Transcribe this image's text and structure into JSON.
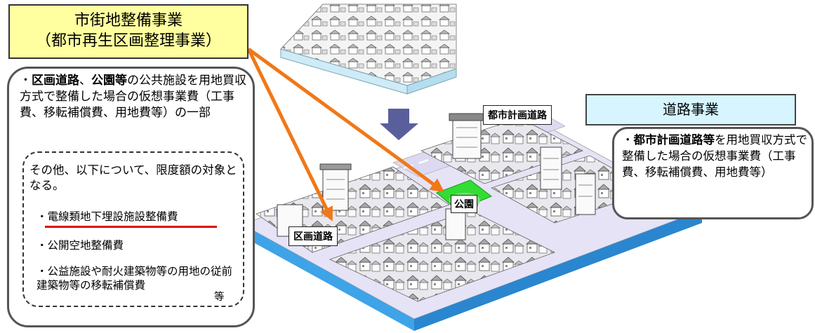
{
  "title": {
    "line1": "市街地整備事業",
    "line2": "（都市再生区画整理事業）"
  },
  "left_panel": {
    "desc_bold_1": "区画道路",
    "desc_sep": "、",
    "desc_bold_2": "公園等",
    "desc_rest": "の公共施設を用地買収方式で整備した場合の仮想事業費（工事費、移転補償費、用地費等）の一部",
    "bullet": "・",
    "dashed": {
      "intro": "その他、以下について、限度額の対象となる。",
      "items": [
        "・電線類地下埋設施設整備費",
        "・公開空地整備費",
        "・公益施設や耐火建築物等の用地の従前建築物等の移転補償費"
      ],
      "etc": "等"
    }
  },
  "road_project": {
    "label": "道路事業",
    "desc_bullet": "・",
    "desc_bold": "都市計画道路等",
    "desc_rest": "を用地買収方式で整備した場合の仮想事業費（工事費、移転補償費、用地費等）"
  },
  "map_labels": {
    "city_road": "都市計画道路",
    "park": "公園",
    "block_road": "区画道路"
  },
  "colors": {
    "title_fill": "#ffffa0",
    "road_box_fill": "#d6f5ff",
    "arrow_orange": "#f07818",
    "arrow_blue": "#1a46d6",
    "down_arrow": "#5a5f9c",
    "underline": "#e0001a",
    "park_green": "#33dd33",
    "base_blue": "#3fa3e8"
  }
}
